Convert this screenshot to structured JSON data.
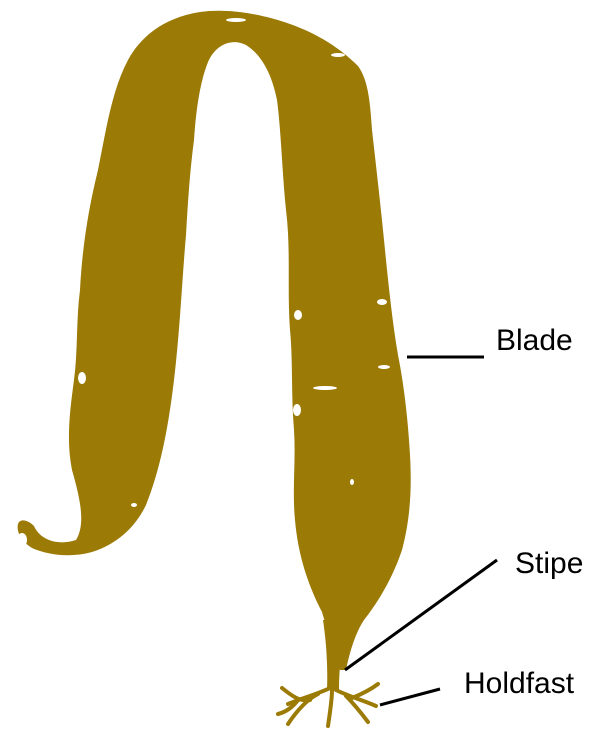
{
  "diagram": {
    "subject": "kelp",
    "colors": {
      "kelp_fill": "#9b7a06",
      "leader_line": "#000000",
      "label_text": "#000000",
      "background": "#ffffff"
    },
    "labels": {
      "blade": "Blade",
      "stipe": "Stipe",
      "holdfast": "Holdfast"
    }
  }
}
